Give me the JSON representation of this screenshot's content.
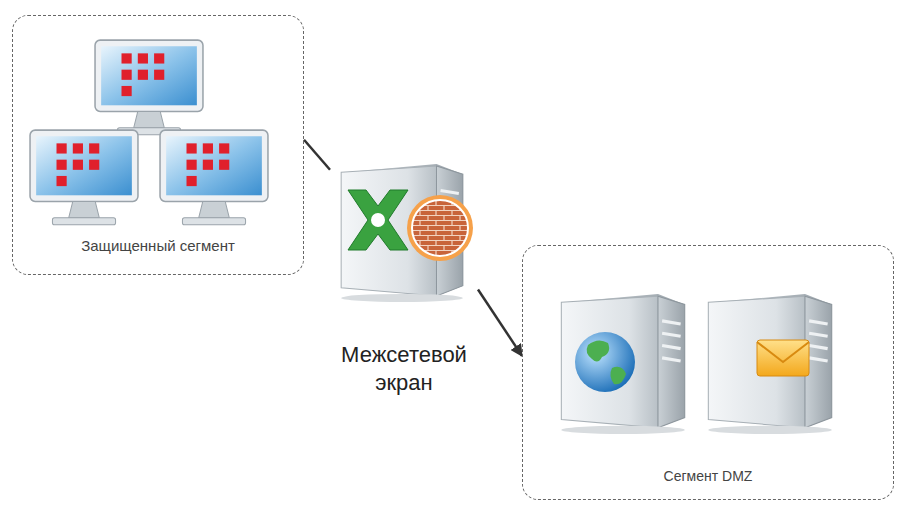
{
  "diagram": {
    "nodes": [
      {
        "text": [
          "Защищенный сегмент"
        ]
      },
      {
        "text": [
          "Межсетевой экран"
        ]
      },
      {
        "text": [
          "Сегмент DMZ"
        ]
      }
    ],
    "edges": [
      {
        "from": 0,
        "to": 1,
        "arrow": "none"
      },
      {
        "from": 1,
        "to": 2,
        "arrow": "to"
      }
    ]
  }
}
